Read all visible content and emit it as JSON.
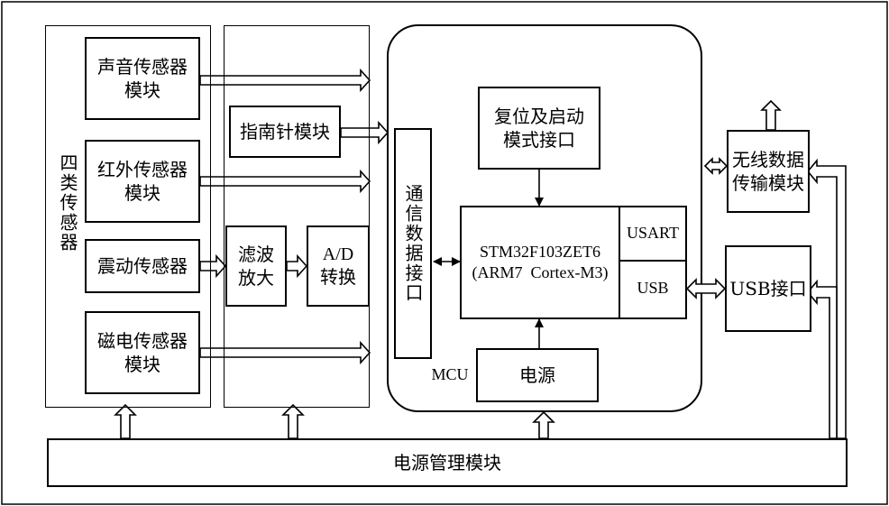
{
  "sensor_group": {
    "label": "四类传感器",
    "sound": "声音传感器\n模块",
    "infrared": "红外传感器\n模块",
    "vibration": "震动传感器",
    "magnetic": "磁电传感器\n模块"
  },
  "compass": "指南针模块",
  "filter_amp": "滤波\n放大",
  "ad": "A/D\n转换",
  "comm_interface": "通信数据接口",
  "reset_boot": "复位及启动\n模式接口",
  "mcu": {
    "label": "MCU",
    "chip": "STM32F103ZET6",
    "core": "(ARM7  Cortex-M3)",
    "usart": "USART",
    "usb": "USB",
    "power": "电源"
  },
  "wireless": "无线数据\n传输模块",
  "usb_port": "USB接口",
  "power_mgmt": "电源管理模块"
}
